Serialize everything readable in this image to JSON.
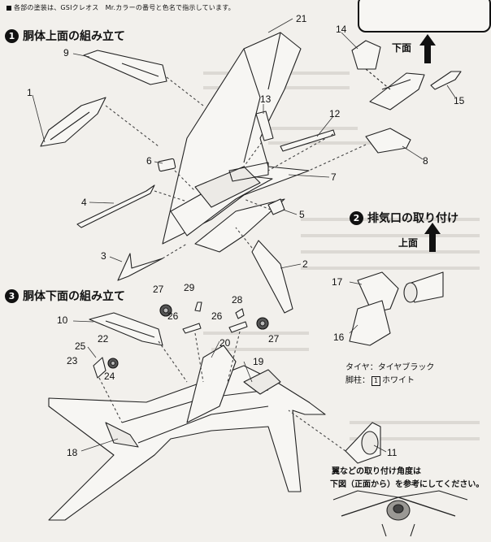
{
  "header_note": "各部の塗装は、GSIクレオス　Mr.カラーの番号と色名で指示しています。",
  "steps": [
    {
      "number": "1",
      "title": "胴体上面の組み立て"
    },
    {
      "number": "2",
      "title": "排気口の取り付け"
    },
    {
      "number": "3",
      "title": "胴体下面の組み立て"
    }
  ],
  "directions": {
    "bottom_view": "下面",
    "top_view": "上面"
  },
  "callouts": {
    "p1": "1",
    "p2": "2",
    "p3": "3",
    "p4": "4",
    "p5": "5",
    "p6": "6",
    "p7": "7",
    "p8": "8",
    "p9": "9",
    "p10": "10",
    "p11": "11",
    "p12": "12",
    "p13": "13",
    "p14": "14",
    "p15": "15",
    "p16": "16",
    "p17": "17",
    "p18": "18",
    "p19": "19",
    "p20": "20",
    "p21": "21",
    "p22": "22",
    "p23": "23",
    "p24": "24",
    "p25": "25",
    "p26a": "26",
    "p26b": "26",
    "p27a": "27",
    "p27b": "27",
    "p28": "28",
    "p29": "29"
  },
  "paint_legend": {
    "tire": "タイヤ：タイヤブラック",
    "leg": "脚柱：",
    "leg_num": "1",
    "leg_color": "ホワイト"
  },
  "angle_note": {
    "line1": "翼などの取り付け角度は",
    "line2": "下図（正面から）を参考にしてください。"
  }
}
